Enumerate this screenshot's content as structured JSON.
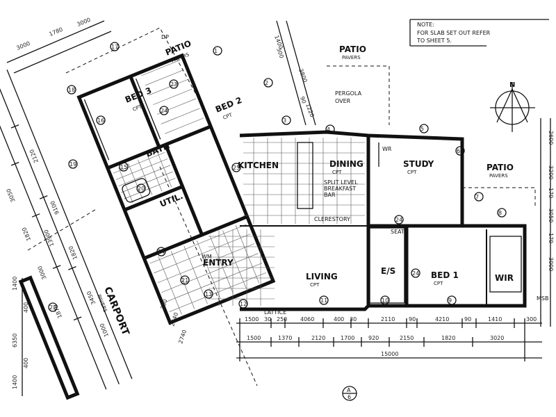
{
  "note": {
    "heading": "NOTE:",
    "line1": "FOR SLAB SET OUT REFER",
    "line2": "TO SHEET 5."
  },
  "rooms": {
    "patio_nw": {
      "name": "PATIO",
      "sub": "PAVERS"
    },
    "patio_n": {
      "name": "PATIO",
      "sub": "PAVERS"
    },
    "patio_e": {
      "name": "PATIO",
      "sub": "PAVERS"
    },
    "pergola": {
      "line1": "PERGOLA",
      "line2": "OVER"
    },
    "bed3": {
      "name": "BED 3",
      "sub": "CPT"
    },
    "bed2": {
      "name": "BED 2",
      "sub": "CPT"
    },
    "bath": {
      "name": "BATH"
    },
    "util": {
      "name": "UTIL."
    },
    "kitchen": {
      "name": "KITCHEN"
    },
    "dining": {
      "name": "DINING",
      "sub": "CPT"
    },
    "study": {
      "name": "STUDY",
      "sub": "CPT"
    },
    "bed1": {
      "name": "BED 1",
      "sub": "CPT"
    },
    "wir": {
      "name": "WIR"
    },
    "ens": {
      "name": "E/S"
    },
    "living": {
      "name": "LIVING",
      "sub": "CPT"
    },
    "entry": {
      "name": "ENTRY"
    },
    "carport": {
      "name": "CARPORT",
      "sub": "PAVERS"
    }
  },
  "annotations": {
    "breakfast_1": "SPLIT LEVEL",
    "breakfast_2": "BREAKFAST",
    "breakfast_3": "BAR",
    "clerestory": "CLERESTORY",
    "lattice": "LATTICE",
    "msb": "MSB",
    "dp": "DP",
    "wr": "WR",
    "wm": "WM",
    "seat": "SEAT",
    "north": "N",
    "section_marker": "A",
    "section_sheet": "6"
  },
  "dimensions": {
    "row1": [
      "1500",
      "30",
      "250",
      "4060",
      "400",
      "30",
      "2110",
      "90",
      "4210",
      "90",
      "1410",
      "300"
    ],
    "row2": [
      "1500",
      "1370",
      "2120",
      "1700",
      "920",
      "2150",
      "1820",
      "3020"
    ],
    "total": "15000",
    "left_top": [
      "3000",
      "1780",
      "3000"
    ],
    "left_side": [
      "300",
      "1700",
      "3050",
      "1820",
      "3000",
      "1870",
      "13900",
      "2120",
      "9100",
      "1820",
      "3450",
      "1000"
    ],
    "bottom_mid": [
      "300",
      "2540",
      "2740"
    ],
    "carport_side": [
      "1400",
      "400",
      "6350",
      "400",
      "1400"
    ],
    "top_mid": [
      "1400",
      "300",
      "3800",
      "90",
      "1220"
    ],
    "right_side": [
      "2600",
      "3200",
      "170",
      "3050",
      "170",
      "3000"
    ]
  },
  "markers": [
    "23",
    "24",
    "24",
    "24",
    "25",
    "17",
    "16",
    "15",
    "14",
    "13",
    "12",
    "11",
    "10",
    "9",
    "8",
    "7",
    "6",
    "5",
    "4",
    "3",
    "2",
    "1",
    "18",
    "19",
    "20",
    "21",
    "22"
  ]
}
